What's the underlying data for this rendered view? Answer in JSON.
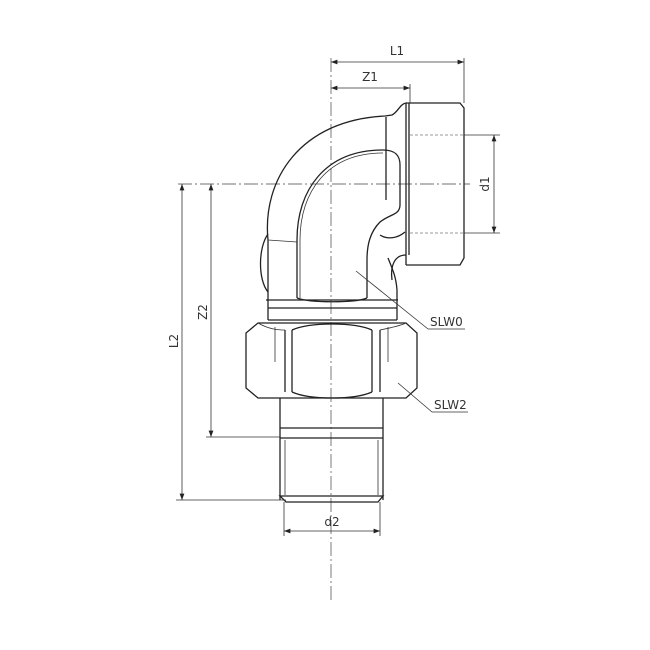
{
  "drawing": {
    "dimensions": {
      "L1": "L1",
      "Z1": "Z1",
      "d1": "d1",
      "L2": "L2",
      "Z2": "Z2",
      "d2": "d2"
    },
    "callouts": {
      "slw0": "SLW0",
      "slw2": "SLW2"
    },
    "line_color": "#222222",
    "background": "#ffffff"
  }
}
